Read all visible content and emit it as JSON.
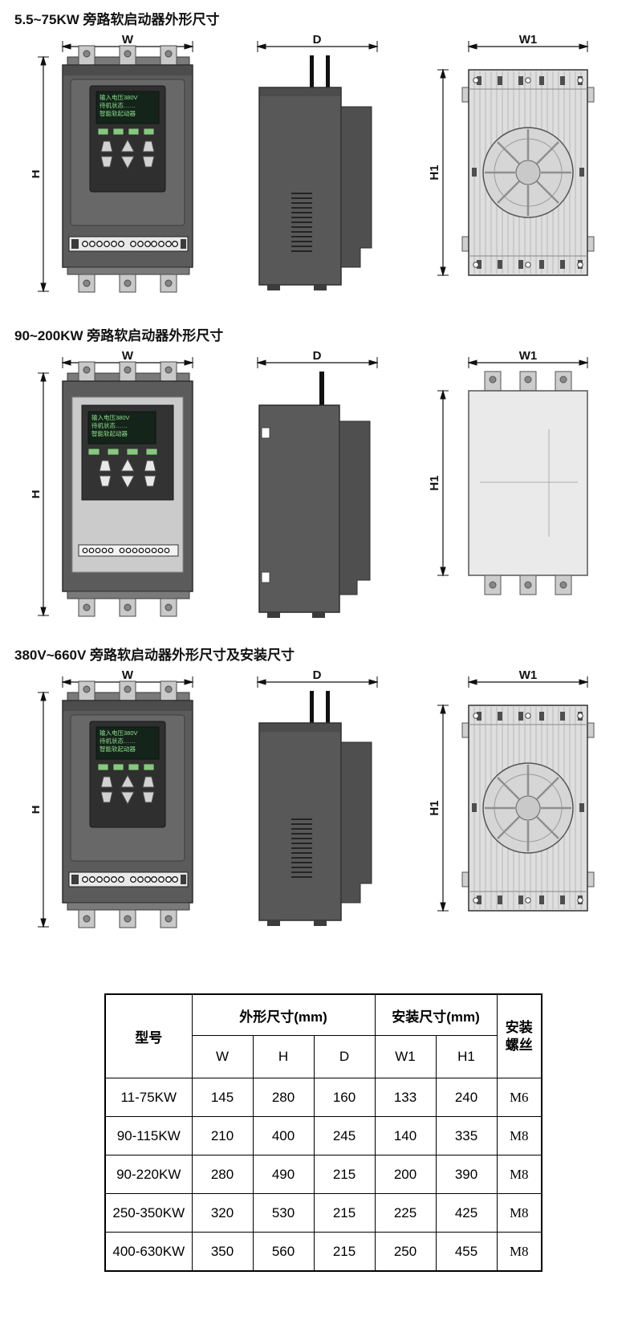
{
  "sections": [
    {
      "title": "5.5~75KW 旁路软启动器外形尺寸",
      "labels": {
        "w": "W",
        "h": "H",
        "d": "D",
        "w1": "W1",
        "h1": "H1"
      }
    },
    {
      "title": "90~200KW 旁路软启动器外形尺寸",
      "labels": {
        "w": "W",
        "h": "H",
        "d": "D",
        "w1": "W1",
        "h1": "H1"
      }
    },
    {
      "title": "380V~660V 旁路软启动器外形尺寸及安装尺寸",
      "labels": {
        "w": "W",
        "h": "H",
        "d": "D",
        "w1": "W1",
        "h1": "H1"
      }
    }
  ],
  "display": {
    "line1": "输入电压380V",
    "line2": "待机状态……",
    "line3": "智能软起动器",
    "text_color": "#8ce08c"
  },
  "table": {
    "col_model": "型号",
    "col_outline": "外形尺寸(mm)",
    "col_install": "安装尺寸(mm)",
    "col_screw": [
      "安装",
      "螺丝"
    ],
    "sub_headers": [
      "W",
      "H",
      "D",
      "W1",
      "H1"
    ],
    "rows": [
      {
        "model": "11-75KW",
        "w": "145",
        "h": "280",
        "d": "160",
        "w1": "133",
        "h1": "240",
        "screw": "M6"
      },
      {
        "model": "90-115KW",
        "w": "210",
        "h": "400",
        "d": "245",
        "w1": "140",
        "h1": "335",
        "screw": "M8"
      },
      {
        "model": "90-220KW",
        "w": "280",
        "h": "490",
        "d": "215",
        "w1": "200",
        "h1": "390",
        "screw": "M8"
      },
      {
        "model": "250-350KW",
        "w": "320",
        "h": "530",
        "d": "215",
        "w1": "225",
        "h1": "425",
        "screw": "M8"
      },
      {
        "model": "400-630KW",
        "w": "350",
        "h": "560",
        "d": "215",
        "w1": "250",
        "h1": "455",
        "screw": "M8"
      }
    ]
  }
}
